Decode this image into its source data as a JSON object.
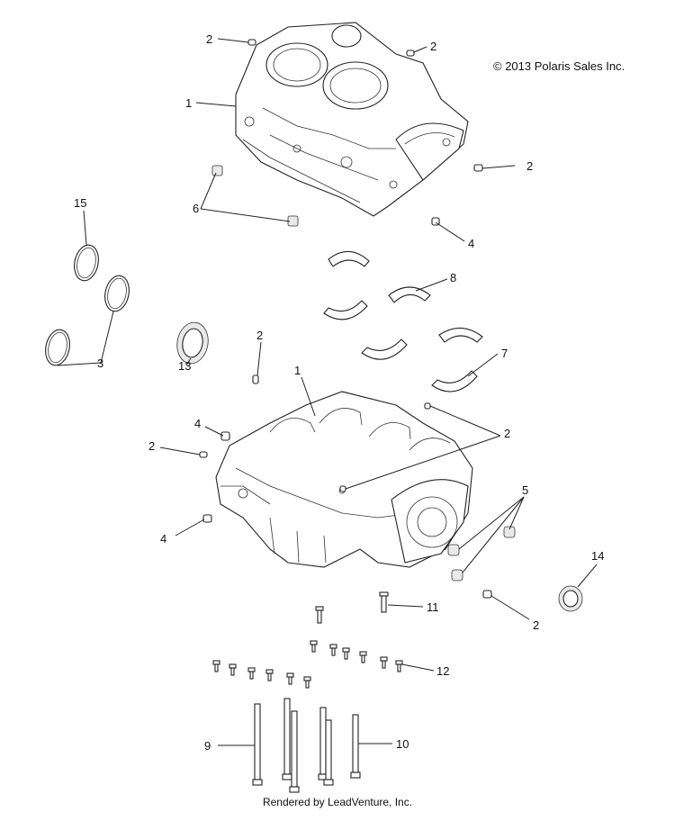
{
  "copyright": "© 2013 Polaris Sales Inc.",
  "credit": "Rendered by LeadVenture, Inc.",
  "callouts": [
    {
      "id": "c2a",
      "text": "2"
    },
    {
      "id": "c2b",
      "text": "2"
    },
    {
      "id": "c1a",
      "text": "1"
    },
    {
      "id": "c2c",
      "text": "2"
    },
    {
      "id": "c6",
      "text": "6"
    },
    {
      "id": "c4a",
      "text": "4"
    },
    {
      "id": "c15",
      "text": "15"
    },
    {
      "id": "c8",
      "text": "8"
    },
    {
      "id": "c2d",
      "text": "2"
    },
    {
      "id": "c7",
      "text": "7"
    },
    {
      "id": "c3",
      "text": "3"
    },
    {
      "id": "c13",
      "text": "13"
    },
    {
      "id": "c1b",
      "text": "1"
    },
    {
      "id": "c4b",
      "text": "4"
    },
    {
      "id": "c2e",
      "text": "2"
    },
    {
      "id": "c2f",
      "text": "2"
    },
    {
      "id": "c5",
      "text": "5"
    },
    {
      "id": "c4c",
      "text": "4"
    },
    {
      "id": "c14",
      "text": "14"
    },
    {
      "id": "c11",
      "text": "11"
    },
    {
      "id": "c2g",
      "text": "2"
    },
    {
      "id": "c12",
      "text": "12"
    },
    {
      "id": "c9",
      "text": "9"
    },
    {
      "id": "c10",
      "text": "10"
    }
  ]
}
